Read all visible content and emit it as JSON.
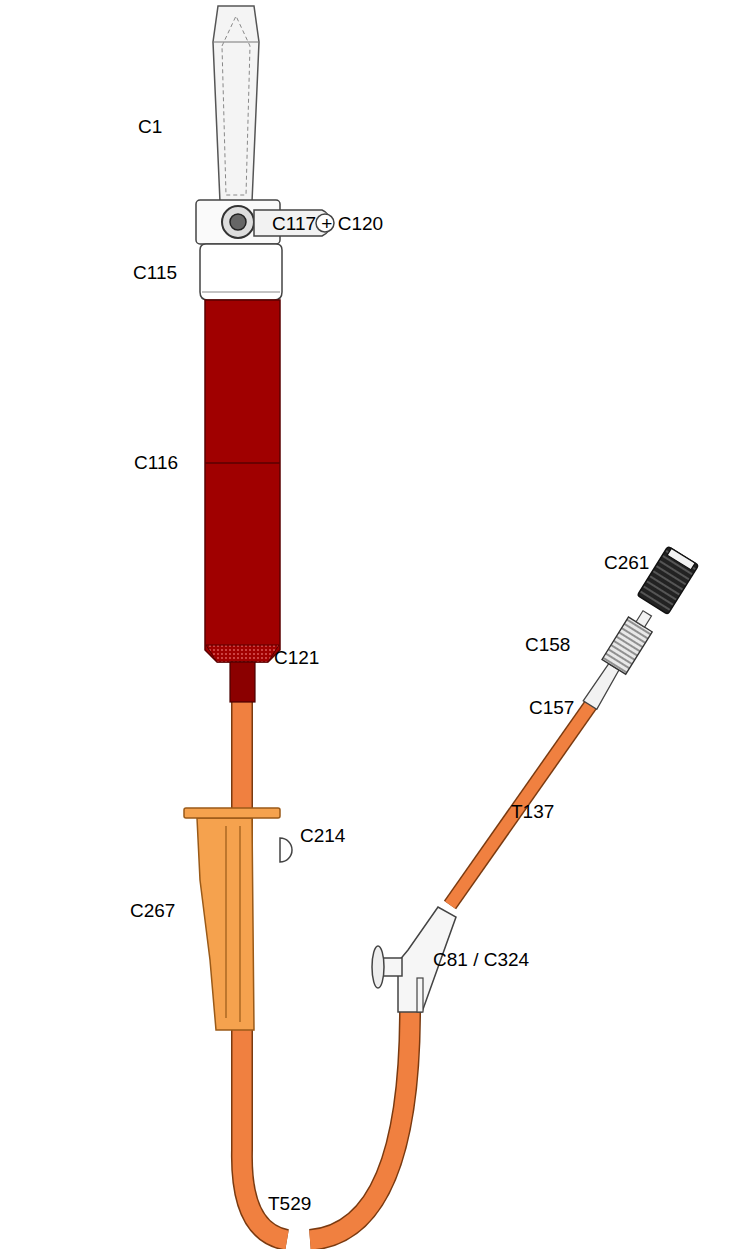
{
  "diagram": {
    "labels": [
      "C1",
      "C117 + C120",
      "C115",
      "C116",
      "C121",
      "C214",
      "C267",
      "T529",
      "C81 / C324",
      "T137",
      "C157",
      "C158",
      "C261"
    ]
  }
}
